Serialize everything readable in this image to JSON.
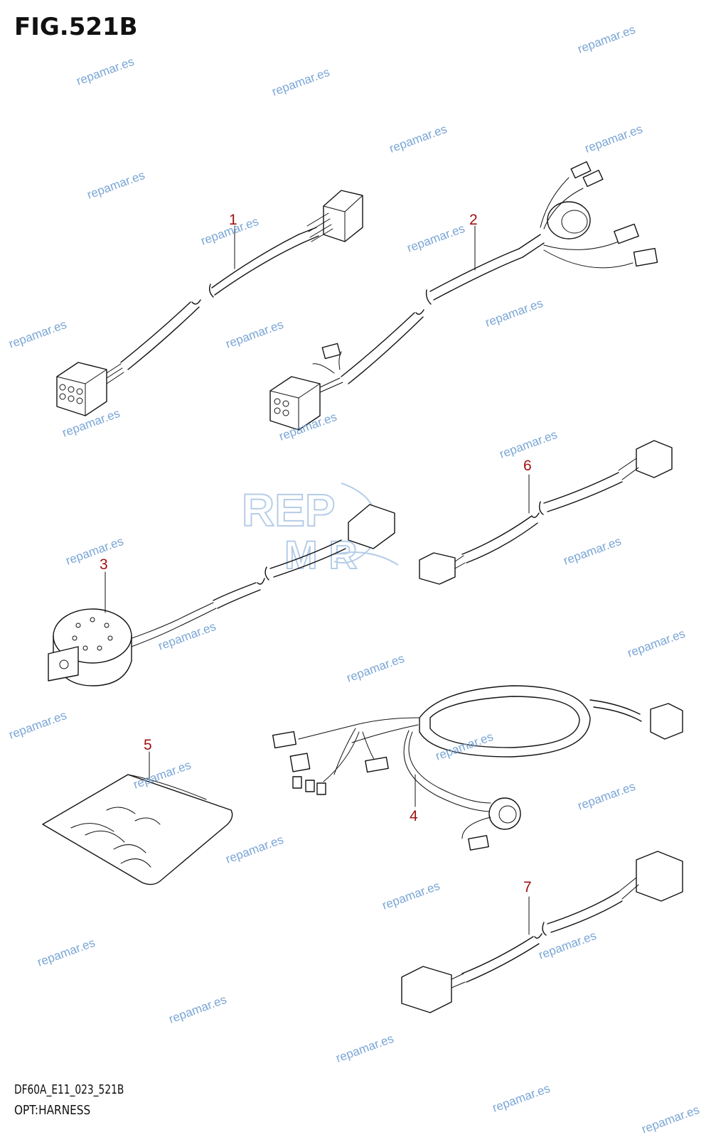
{
  "figure": {
    "title": "FIG.521B",
    "code": "DF60A_E11_023_521B",
    "subtitle": "OPT:HARNESS"
  },
  "parts": [
    {
      "number": "1"
    },
    {
      "number": "2"
    },
    {
      "number": "3"
    },
    {
      "number": "4"
    },
    {
      "number": "5"
    },
    {
      "number": "6"
    },
    {
      "number": "7"
    }
  ],
  "watermark": {
    "text": "repamar.es",
    "color": "#7aa6d6",
    "logo": "REPAMAR"
  },
  "colors": {
    "part_number": "#a01010",
    "line": "#111111"
  }
}
